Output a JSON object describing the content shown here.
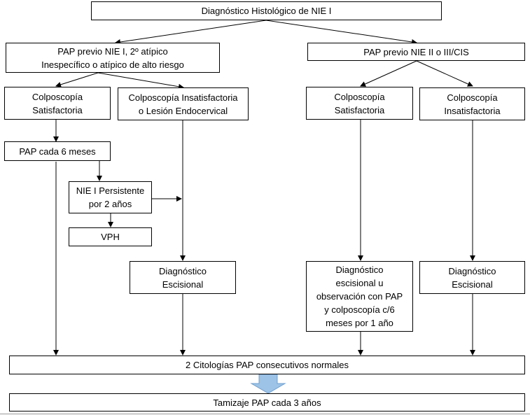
{
  "diagram": {
    "nodes": {
      "root": "Diagnóstico Histológico de NIE I",
      "left_branch": "PAP previo NIE I, 2º atípico\nInespecífico o atípico de alto riesgo",
      "right_branch": "PAP previo NIE II o III/CIS",
      "colpo_sat_left": "Colposcopía\nSatisfactoria",
      "colpo_insat_left": "Colposcopía Insatisfactoria\no Lesión Endocervical",
      "colpo_sat_right": "Colposcopía\nSatisfactoria",
      "colpo_insat_right": "Colposcopía\nInsatisfactoria",
      "pap_6m": "PAP cada 6 meses",
      "nie_persistente": "NIE I Persistente\npor 2 años",
      "vph": "VPH",
      "dx_escisional_left": "Diagnóstico\nEscisional",
      "dx_escisional_obs": "Diagnóstico\nescisional u\nobservación con PAP\ny colposcopía c/6\nmeses por 1 año",
      "dx_escisional_right": "Diagnóstico\nEscisional",
      "citologias": "2 Citologías PAP consecutivos normales",
      "tamizaje": "Tamizaje PAP cada 3 años"
    },
    "colors": {
      "line": "#000000",
      "big_arrow_fill": "#9dc3e6",
      "big_arrow_stroke": "#6f9fcf"
    }
  }
}
